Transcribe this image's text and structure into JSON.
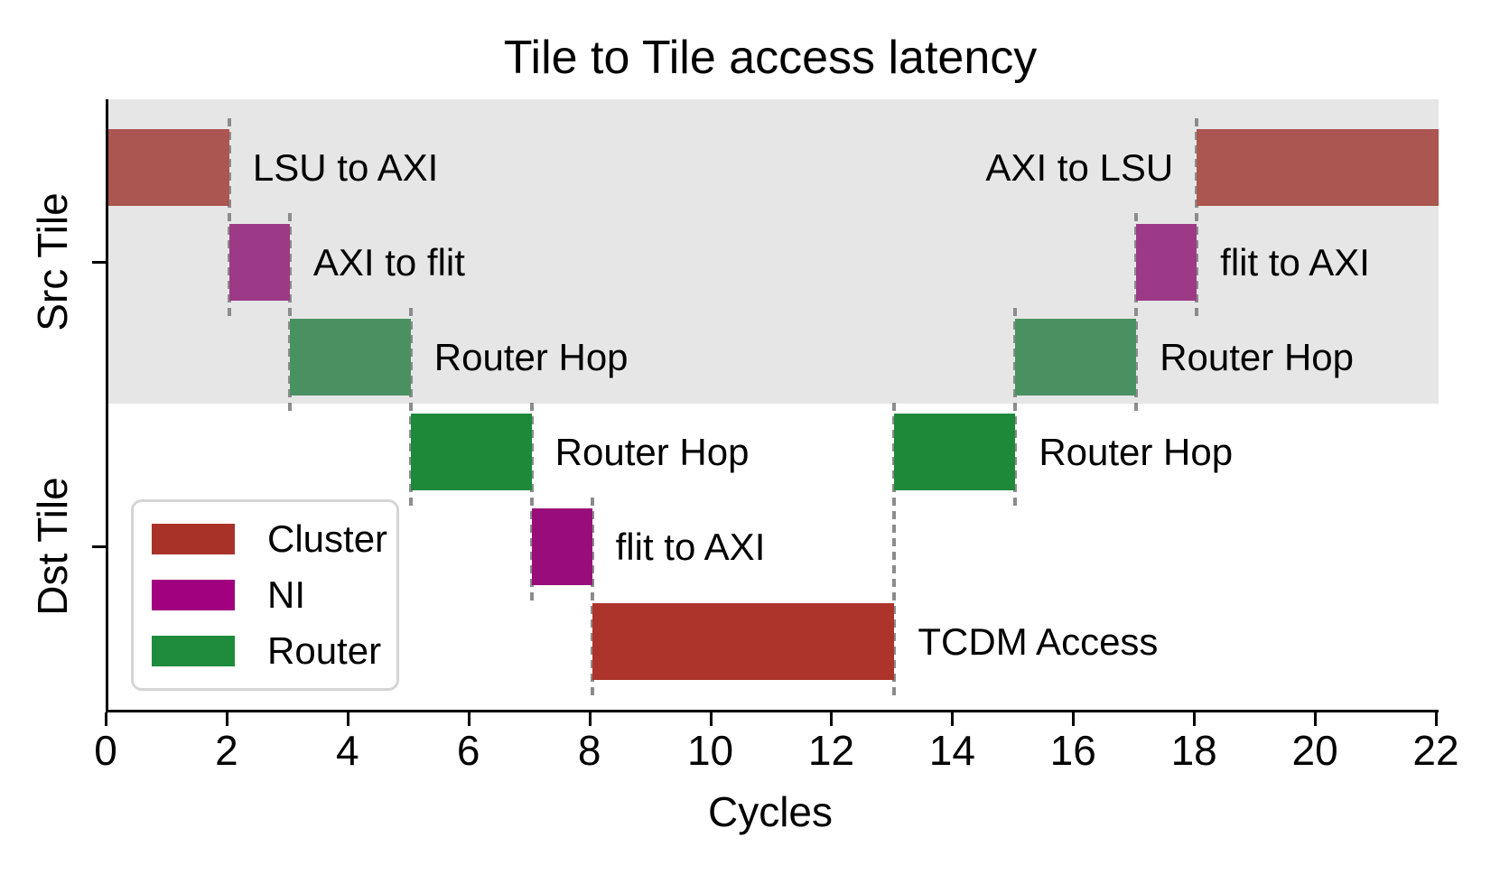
{
  "figure": {
    "title": "Tile to Tile access latency",
    "xlabel": "Cycles",
    "ylabel_top": "Src Tile",
    "ylabel_bottom": "Dst Tile"
  },
  "legend": {
    "items": [
      {
        "label": "Cluster",
        "color": "#a93228"
      },
      {
        "label": "NI",
        "color": "#a1007e"
      },
      {
        "label": "Router",
        "color": "#1e8c3c"
      }
    ]
  },
  "chart_data": {
    "type": "gantt",
    "title": "Tile to Tile access latency",
    "xlabel": "Cycles",
    "xlim": [
      0,
      22
    ],
    "x_ticks": [
      0,
      2,
      4,
      6,
      8,
      10,
      12,
      14,
      16,
      18,
      20,
      22
    ],
    "grid": false,
    "legend_position": "lower left",
    "sections": [
      {
        "label": "Src Tile",
        "rows": [
          0,
          1,
          2
        ],
        "background": "#e6e6e6"
      },
      {
        "label": "Dst Tile",
        "rows": [
          3,
          4,
          5
        ],
        "background": "#ffffff"
      }
    ],
    "colors": {
      "cluster_src": "#ab5650",
      "cluster_dst": "#ac342b",
      "ni_src": "#9c3a87",
      "ni_dst": "#990d7b",
      "router_src": "#4a9162",
      "router_dst": "#1e8939",
      "connector": "#8c8c8c"
    },
    "bars": [
      {
        "label": "LSU to AXI",
        "start": 0,
        "end": 2,
        "row": 0,
        "section": "Src Tile",
        "component": "Cluster",
        "color": "cluster_src",
        "label_side": "right"
      },
      {
        "label": "AXI to flit",
        "start": 2,
        "end": 3,
        "row": 1,
        "section": "Src Tile",
        "component": "NI",
        "color": "ni_src",
        "label_side": "right"
      },
      {
        "label": "Router Hop",
        "start": 3,
        "end": 5,
        "row": 2,
        "section": "Src Tile",
        "component": "Router",
        "color": "router_src",
        "label_side": "right"
      },
      {
        "label": "Router Hop",
        "start": 5,
        "end": 7,
        "row": 3,
        "section": "Dst Tile",
        "component": "Router",
        "color": "router_dst",
        "label_side": "right"
      },
      {
        "label": "flit to AXI",
        "start": 7,
        "end": 8,
        "row": 4,
        "section": "Dst Tile",
        "component": "NI",
        "color": "ni_dst",
        "label_side": "right"
      },
      {
        "label": "TCDM Access",
        "start": 8,
        "end": 13,
        "row": 5,
        "section": "Dst Tile",
        "component": "Cluster",
        "color": "cluster_dst",
        "label_side": "right"
      },
      {
        "label": "Router Hop",
        "start": 13,
        "end": 15,
        "row": 3,
        "section": "Dst Tile",
        "component": "Router",
        "color": "router_dst",
        "label_side": "right"
      },
      {
        "label": "Router Hop",
        "start": 15,
        "end": 17,
        "row": 2,
        "section": "Src Tile",
        "component": "Router",
        "color": "router_src",
        "label_side": "right"
      },
      {
        "label": "flit to AXI",
        "start": 17,
        "end": 18,
        "row": 1,
        "section": "Src Tile",
        "component": "NI",
        "color": "ni_src",
        "label_side": "right"
      },
      {
        "label": "AXI to LSU",
        "start": 18,
        "end": 22,
        "row": 0,
        "section": "Src Tile",
        "component": "Cluster",
        "color": "cluster_src",
        "label_side": "left"
      }
    ]
  }
}
